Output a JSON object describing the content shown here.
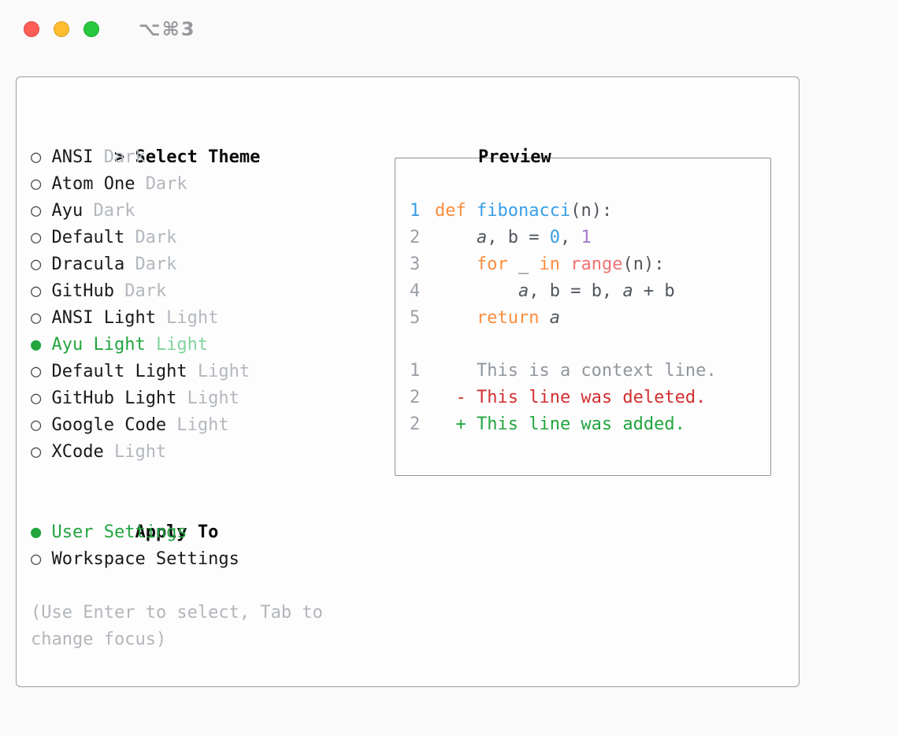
{
  "window": {
    "shortcut_label": "⌥⌘3",
    "traffic_lights": [
      "close",
      "minimize",
      "zoom"
    ]
  },
  "colors": {
    "fg": "#50565c",
    "heading": "#0b0b0b",
    "item": "#1a1a1a",
    "muted": "#b3b8bd",
    "help": "#b2b6ba",
    "green": "#22a53f",
    "green_muted": "#82d49c",
    "orange": "#fa8d3e",
    "blue": "#399ee6",
    "purple": "#a37acc",
    "pink": "#f07171",
    "red": "#d32f2f",
    "context": "#8f969c",
    "line_number": "#9aa0a6",
    "bullet": "#4d4d4d"
  },
  "glyphs": {
    "radio_selected": "●",
    "radio_unselected": "○"
  },
  "theme_panel": {
    "prompt": ">",
    "title": "Select Theme",
    "items": [
      {
        "label": "ANSI",
        "variant": "Dark",
        "selected": false
      },
      {
        "label": "Atom One",
        "variant": "Dark",
        "selected": false
      },
      {
        "label": "Ayu",
        "variant": "Dark",
        "selected": false
      },
      {
        "label": "Default",
        "variant": "Dark",
        "selected": false
      },
      {
        "label": "Dracula",
        "variant": "Dark",
        "selected": false
      },
      {
        "label": "GitHub",
        "variant": "Dark",
        "selected": false
      },
      {
        "label": "ANSI Light",
        "variant": "Light",
        "selected": false
      },
      {
        "label": "Ayu Light",
        "variant": "Light",
        "selected": true
      },
      {
        "label": "Default Light",
        "variant": "Light",
        "selected": false
      },
      {
        "label": "GitHub Light",
        "variant": "Light",
        "selected": false
      },
      {
        "label": "Google Code",
        "variant": "Light",
        "selected": false
      },
      {
        "label": "XCode",
        "variant": "Light",
        "selected": false
      }
    ]
  },
  "apply_panel": {
    "title": "Apply To",
    "items": [
      {
        "label": "User Settings",
        "selected": true
      },
      {
        "label": "Workspace Settings",
        "selected": false
      }
    ]
  },
  "help_text": "(Use Enter to select, Tab to change focus)",
  "preview": {
    "title": "Preview",
    "code_lines": [
      {
        "num": "1",
        "num_color": "blue",
        "tokens": [
          [
            "def ",
            "orange"
          ],
          [
            "fibonacci",
            "blue"
          ],
          [
            "(n):",
            "fg"
          ]
        ]
      },
      {
        "num": "2",
        "tokens": [
          [
            "    ",
            "fg"
          ],
          [
            "a",
            "fg",
            "i"
          ],
          [
            ", b = ",
            "fg"
          ],
          [
            "0",
            "blue"
          ],
          [
            ", ",
            "fg"
          ],
          [
            "1",
            "purple"
          ]
        ]
      },
      {
        "num": "3",
        "tokens": [
          [
            "    ",
            "fg"
          ],
          [
            "for",
            "orange"
          ],
          [
            " _ ",
            "fg"
          ],
          [
            "in",
            "orange"
          ],
          [
            " ",
            "fg"
          ],
          [
            "range",
            "pink"
          ],
          [
            "(n):",
            "fg"
          ]
        ]
      },
      {
        "num": "4",
        "tokens": [
          [
            "        ",
            "fg"
          ],
          [
            "a",
            "fg",
            "i"
          ],
          [
            ", b = b, ",
            "fg"
          ],
          [
            "a",
            "fg",
            "i"
          ],
          [
            " + b",
            "fg"
          ]
        ]
      },
      {
        "num": "5",
        "tokens": [
          [
            "    ",
            "fg"
          ],
          [
            "return",
            "orange"
          ],
          [
            " ",
            "fg"
          ],
          [
            "a",
            "fg",
            "i"
          ]
        ]
      }
    ],
    "diff_lines": [
      {
        "num": "1",
        "tokens": [
          [
            "    This is a context line.",
            "context"
          ]
        ]
      },
      {
        "num": "2",
        "tokens": [
          [
            "  - This line was deleted.",
            "red"
          ]
        ]
      },
      {
        "num": "2",
        "tokens": [
          [
            "  + This line was added.",
            "green"
          ]
        ]
      }
    ]
  }
}
